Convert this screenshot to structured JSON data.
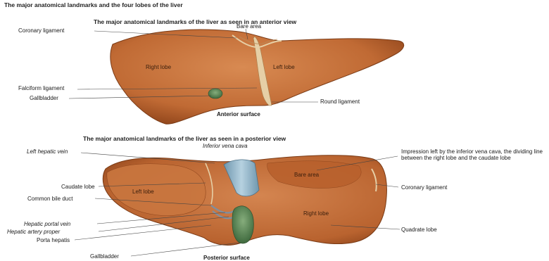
{
  "figure": {
    "main_title": "The major anatomical landmarks and the four lobes of the liver",
    "anterior": {
      "title": "The major anatomical landmarks of the liver as seen in an anterior view",
      "caption": "Anterior surface",
      "labels": {
        "coronary_ligament": "Coronary ligament",
        "bare_area": "Bare area",
        "right_lobe": "Right lobe",
        "left_lobe": "Left lobe",
        "falciform_ligament": "Falciform ligament",
        "gallbladder": "Gallbladder",
        "round_ligament": "Round ligament"
      }
    },
    "posterior": {
      "title": "The major anatomical landmarks of the liver as seen in a posterior view",
      "caption": "Posterior surface",
      "labels": {
        "left_hepatic_vein": "Left hepatic vein",
        "inferior_vena_cava": "Inferior vena cava",
        "impression_note": "Impression left by the inferior vena cava, the dividing line between the right lobe and the caudate lobe",
        "bare_area": "Bare area",
        "caudate_lobe": "Caudate lobe",
        "left_lobe": "Left lobe",
        "coronary_ligament": "Coronary ligament",
        "common_bile_duct": "Common bile duct",
        "right_lobe": "Right lobe",
        "hepatic_portal_vein": "Hepatic portal vein",
        "hepatic_artery_proper": "Hepatic artery proper",
        "quadrate_lobe": "Quadrate lobe",
        "porta_hepatis": "Porta hepatis",
        "gallbladder": "Gallbladder"
      }
    },
    "colors": {
      "liver": "#c8733c",
      "liver_dark": "#9c4f22",
      "gallbladder": "#5e8a5a",
      "vena_cava": "#8fb3c8",
      "ligament": "#e2c9a0"
    }
  }
}
